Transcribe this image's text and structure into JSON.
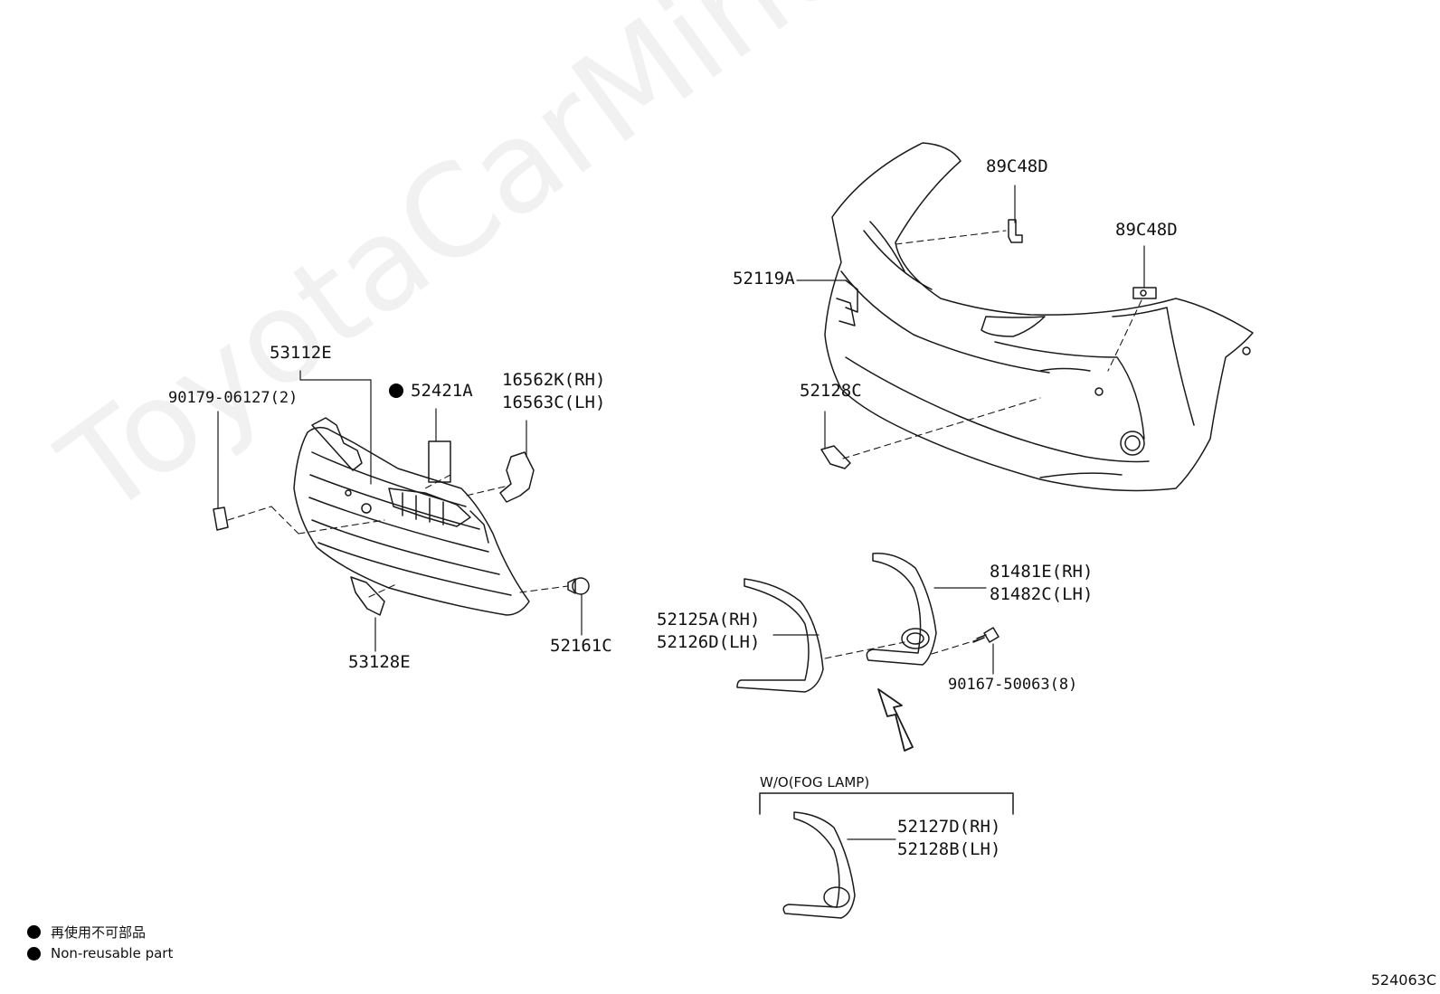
{
  "labels": {
    "bumper_cover": "52119A",
    "bracket_top": "89C48D",
    "bracket_right": "89C48D",
    "grille": "53112E",
    "grille_screw": "90179-06127(2)",
    "emblem_tape": "52421A",
    "lamp_bracket_rh": "16562K(RH)",
    "lamp_bracket_lh": "16563C(LH)",
    "lower_bracket": "52128C",
    "grille_retainer": "53128E",
    "clip": "52161C",
    "fog_cover_rh": "81481E(RH)",
    "fog_cover_lh": "81482C(LH)",
    "moulding_rh": "52125A(RH)",
    "moulding_lh": "52126D(LH)",
    "bolt": "90167-50063(8)",
    "alt_cover_rh": "52127D(RH)",
    "alt_cover_lh": "52128B(LH)"
  },
  "variant_note": "W/O(FOG LAMP)",
  "legend": {
    "jp": "再使用不可部品",
    "en": "Non-reusable part"
  },
  "watermark": "ToyotaCarMine.ru",
  "diagram_code": "524063C"
}
